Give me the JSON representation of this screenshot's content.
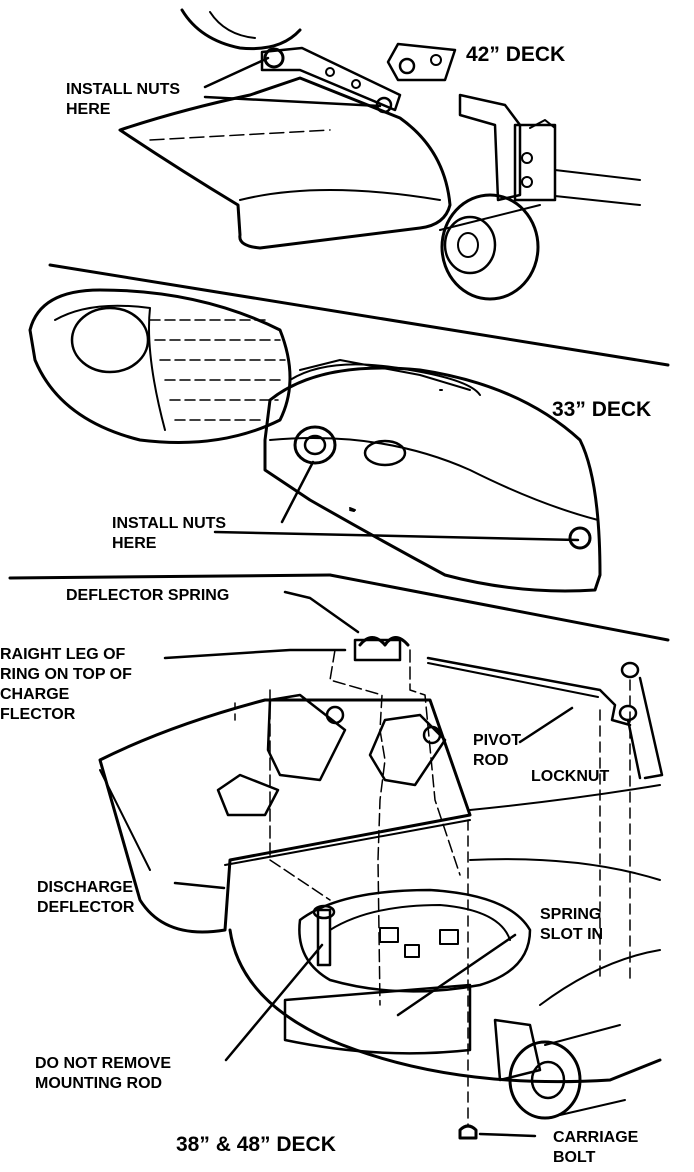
{
  "panels": [
    {
      "title": "42” DECK",
      "callouts": [
        "INSTALL NUTS\nHERE"
      ]
    },
    {
      "title": "33” DECK",
      "callouts": [
        "INSTALL NUTS\nHERE"
      ]
    },
    {
      "title": "38” & 48” DECK",
      "callouts": [
        "DEFLECTOR SPRING",
        "RAIGHT LEG OF\nRING ON TOP OF\nCHARGE\nFLECTOR",
        "PIVOT\nROD",
        "LOCKNUT",
        "DISCHARGE\nDEFLECTOR",
        "SPRING\nSLOT IN",
        "DO NOT REMOVE\nMOUNTING ROD",
        "CARRIAGE\nBOLT"
      ]
    }
  ],
  "colors": {
    "ink": "#000000",
    "paper": "#ffffff"
  }
}
